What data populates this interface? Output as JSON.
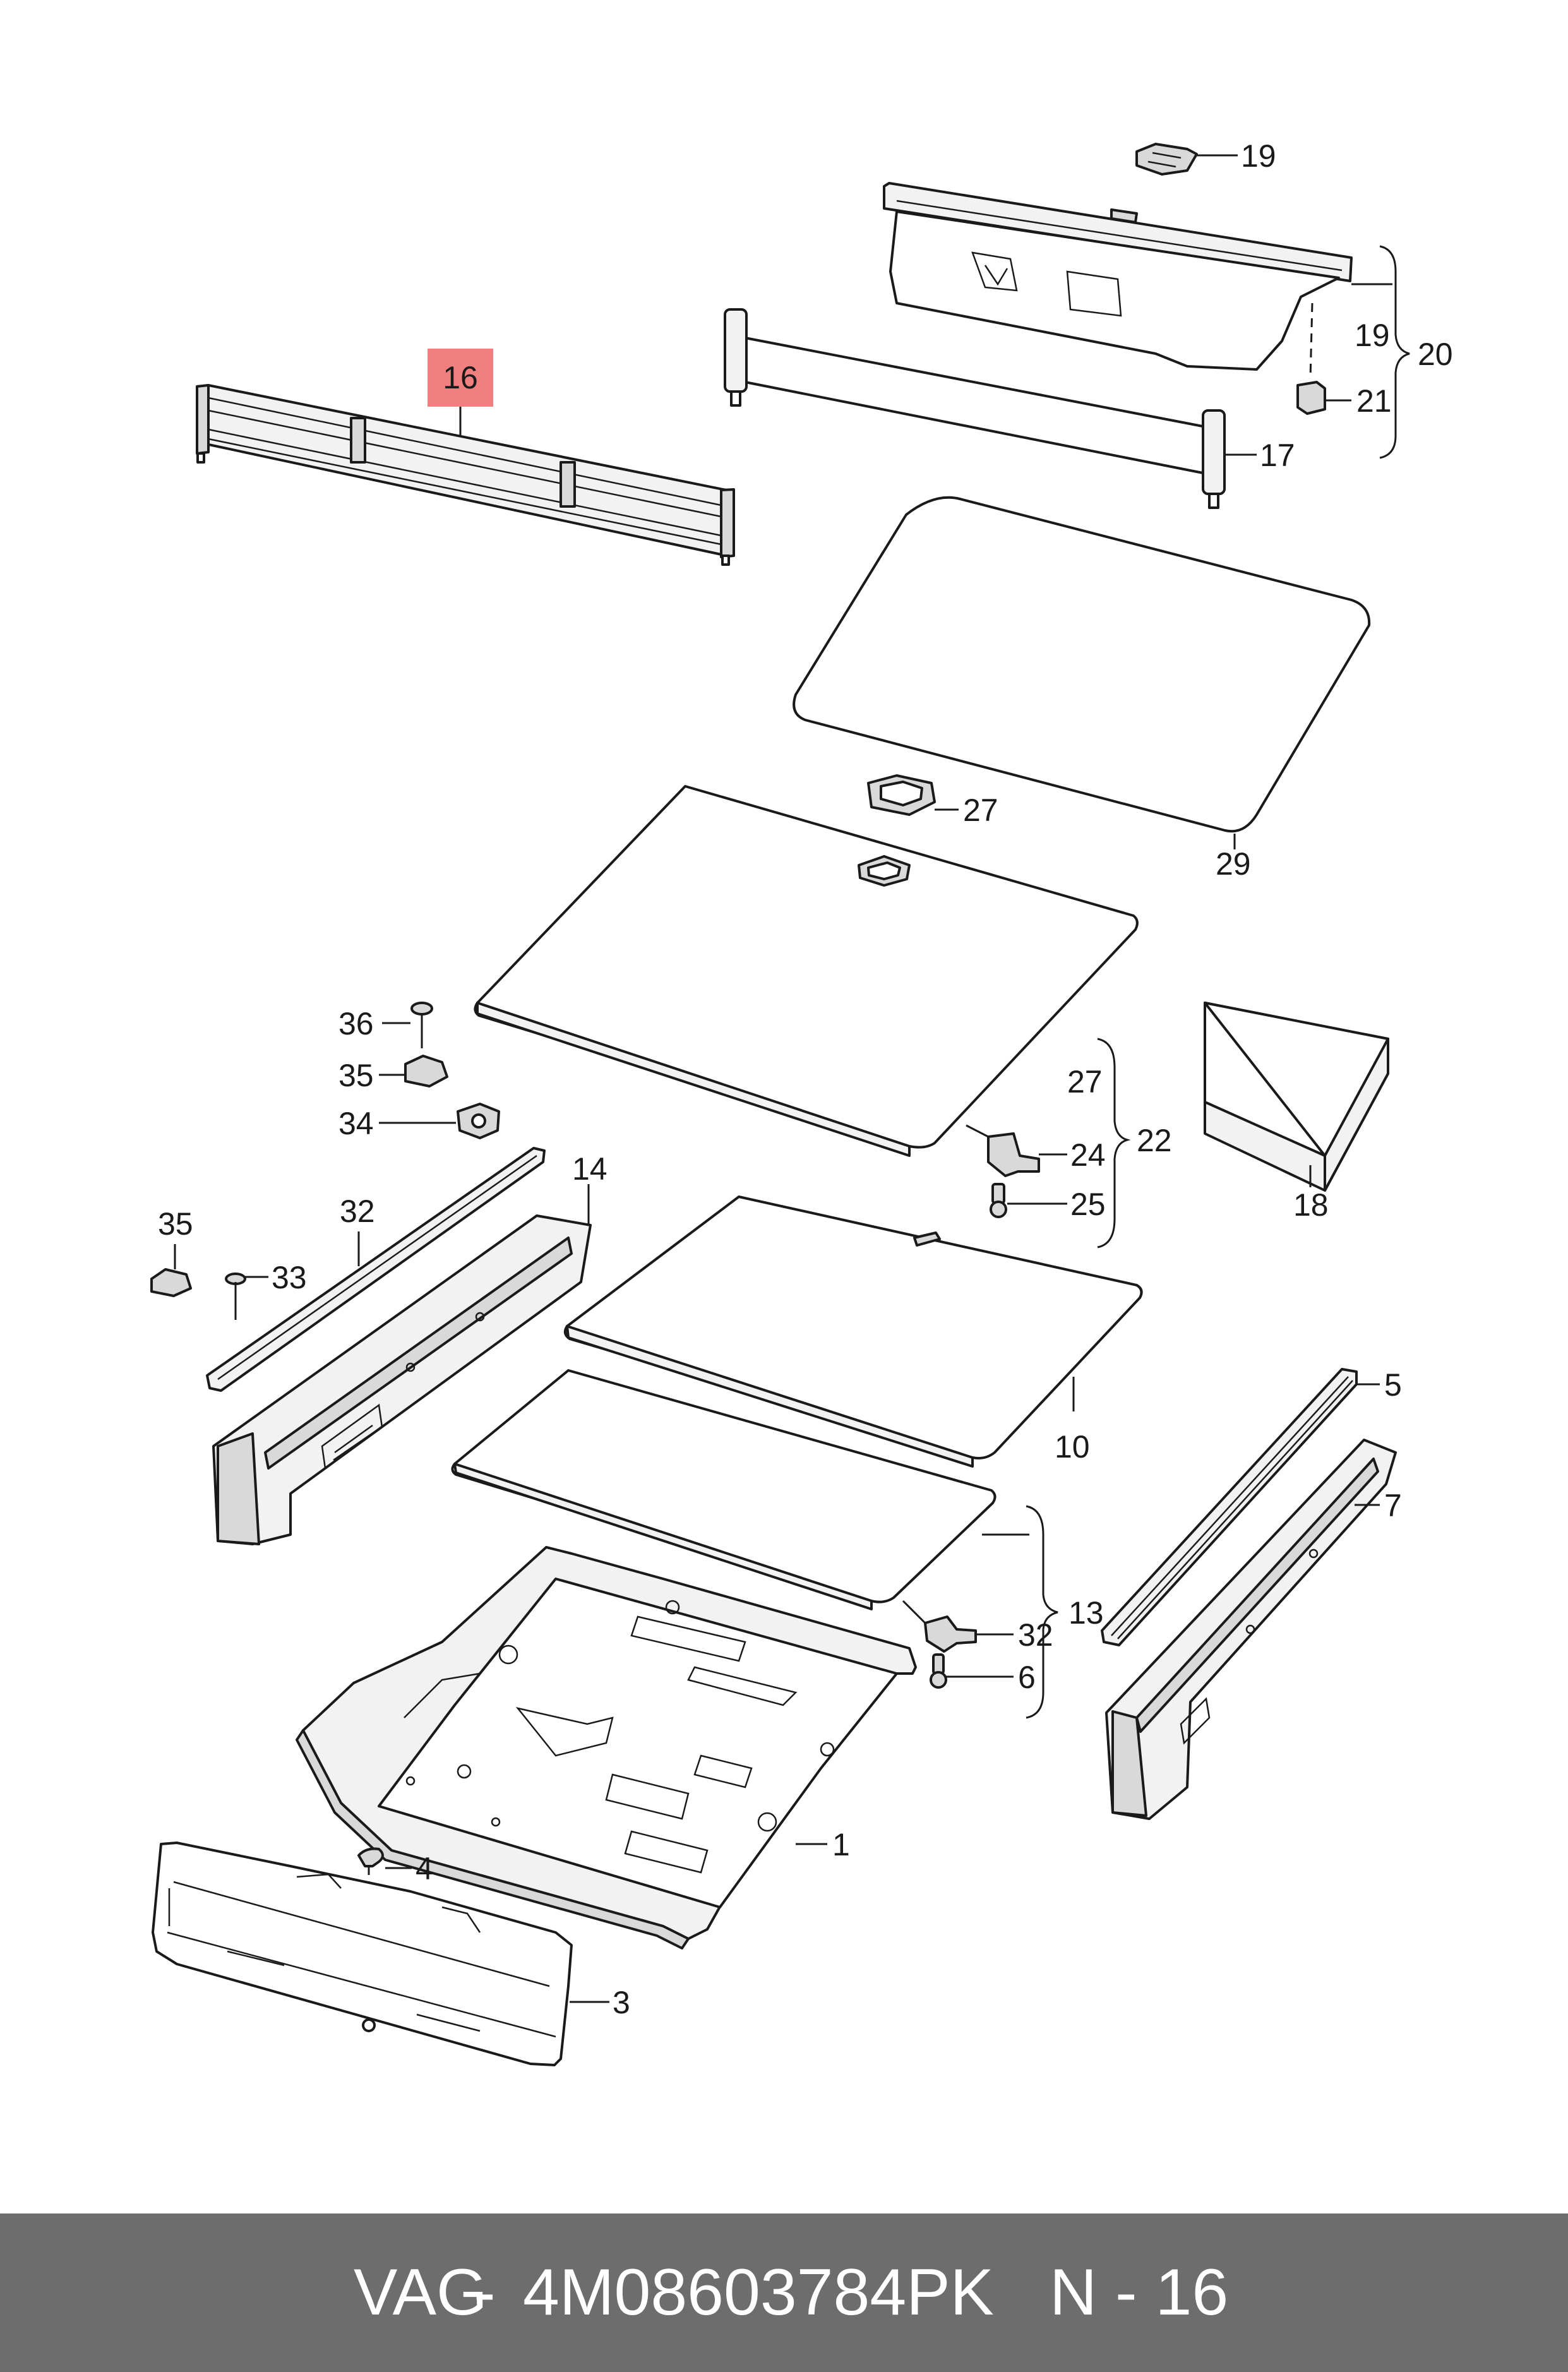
{
  "diagram": {
    "highlight": {
      "label": "16",
      "color": "#f08080"
    },
    "callouts": [
      {
        "id": "c19a",
        "label": "19"
      },
      {
        "id": "c19b",
        "label": "19"
      },
      {
        "id": "c20",
        "label": "20"
      },
      {
        "id": "c21",
        "label": "21"
      },
      {
        "id": "c17",
        "label": "17"
      },
      {
        "id": "c29",
        "label": "29"
      },
      {
        "id": "c27a",
        "label": "27"
      },
      {
        "id": "c27b",
        "label": "27"
      },
      {
        "id": "c22",
        "label": "22"
      },
      {
        "id": "c24",
        "label": "24"
      },
      {
        "id": "c25",
        "label": "25"
      },
      {
        "id": "c18",
        "label": "18"
      },
      {
        "id": "c36",
        "label": "36"
      },
      {
        "id": "c35a",
        "label": "35"
      },
      {
        "id": "c34",
        "label": "34"
      },
      {
        "id": "c14",
        "label": "14"
      },
      {
        "id": "c32a",
        "label": "32"
      },
      {
        "id": "c35b",
        "label": "35"
      },
      {
        "id": "c33",
        "label": "33"
      },
      {
        "id": "c10",
        "label": "10"
      },
      {
        "id": "c32b",
        "label": "32"
      },
      {
        "id": "c13",
        "label": "13"
      },
      {
        "id": "c6",
        "label": "6"
      },
      {
        "id": "c5",
        "label": "5"
      },
      {
        "id": "c7",
        "label": "7"
      },
      {
        "id": "c1",
        "label": "1"
      },
      {
        "id": "c4",
        "label": "4"
      },
      {
        "id": "c3",
        "label": "3"
      }
    ]
  },
  "footer": {
    "brand": "VAG",
    "separator": "-",
    "part_number": "4M08603784PK",
    "reference": "N - 16"
  }
}
